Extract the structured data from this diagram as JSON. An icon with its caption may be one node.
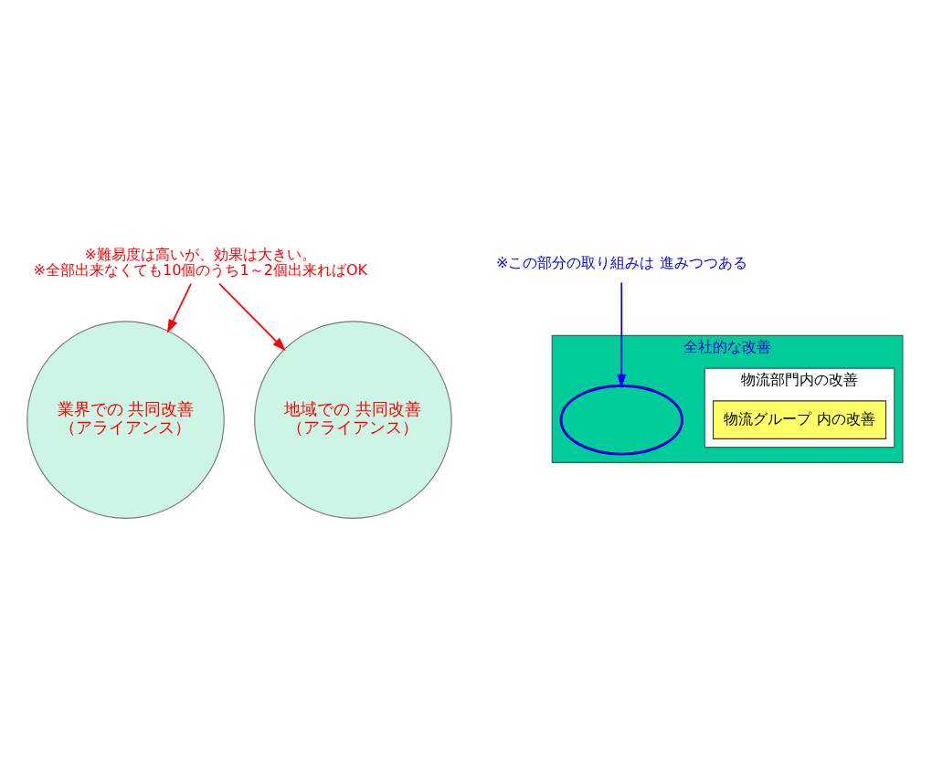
{
  "diagram": {
    "nodes": [
      {
        "text": [
          "業界での 共同改善",
          "（アライアンス）"
        ]
      },
      {
        "text": [
          "地域での 共同改善",
          "（アライアンス）"
        ]
      },
      {
        "text": [
          "全社的な改善"
        ]
      },
      {
        "text": [
          "物流部門内の改善"
        ],
        "in": 2
      },
      {
        "text": [
          "物流グループ 内の改善"
        ],
        "in": 3
      },
      {
        "text": [],
        "shape": "ellipse",
        "in": 2
      },
      {
        "text": [
          "※この部分の取り組みは 進みつつある"
        ]
      },
      {
        "text": [
          "※難易度は高いが、効果は大きい。",
          "※全部出来なくても10個のうち1～2個出来ればOK"
        ]
      }
    ],
    "edges": [
      {
        "from": 6,
        "to": 5,
        "arrow": "to",
        "color": "#0000ff"
      },
      {
        "from": 7,
        "to": 0,
        "arrow": "to"
      },
      {
        "from": 7,
        "to": 1,
        "arrow": "to"
      }
    ]
  }
}
